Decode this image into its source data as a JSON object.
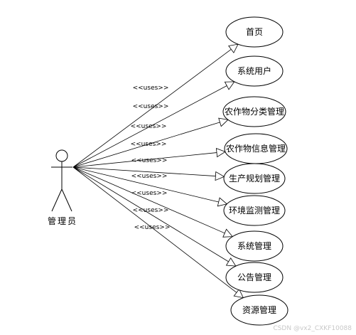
{
  "actor": {
    "label": "管理员"
  },
  "stereotype": "<<uses>>",
  "use_cases": [
    {
      "id": "home",
      "label": "首页"
    },
    {
      "id": "system-users",
      "label": "系统用户"
    },
    {
      "id": "crop-category",
      "label": "农作物分类管理"
    },
    {
      "id": "crop-info",
      "label": "农作物信息管理"
    },
    {
      "id": "production-planning",
      "label": "生产规划管理"
    },
    {
      "id": "env-monitoring",
      "label": "环境监测管理"
    },
    {
      "id": "system-mgmt",
      "label": "系统管理"
    },
    {
      "id": "announcement",
      "label": "公告管理"
    },
    {
      "id": "resource",
      "label": "资源管理"
    }
  ],
  "watermark": "CSDN @vx2_CXKF10088"
}
